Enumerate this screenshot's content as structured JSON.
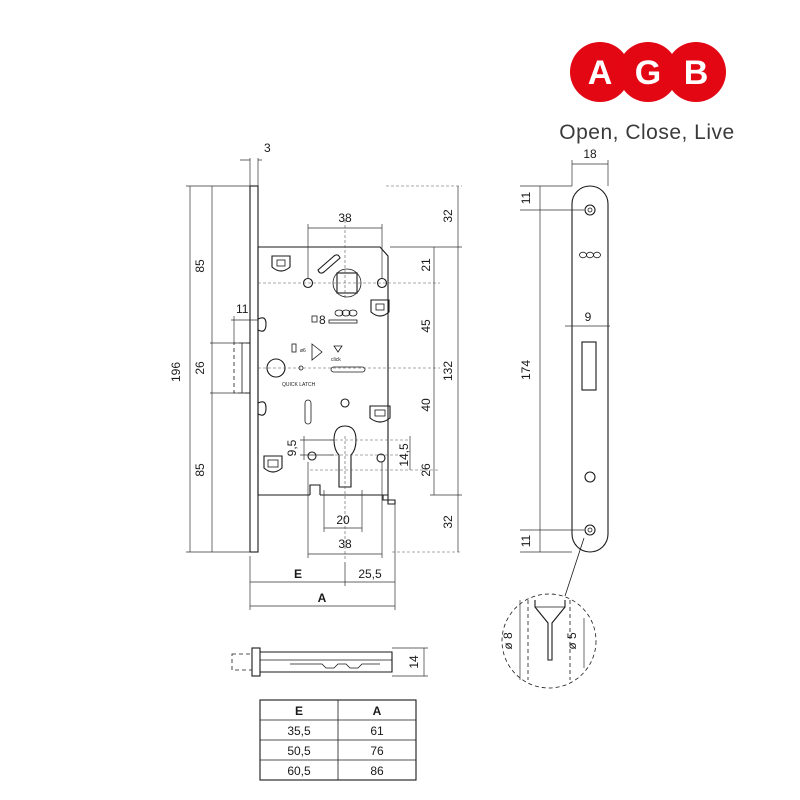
{
  "brand": {
    "logo_letters": [
      "A",
      "G",
      "B"
    ],
    "logo_color": "#e30613",
    "slogan": "Open, Close, Live",
    "plate_mark": "AGB"
  },
  "front_view": {
    "labels": {
      "quick_latch": "QUICK LATCH",
      "click": "click",
      "dia6": "ø6",
      "square": "8"
    },
    "dims": {
      "faceplate_thickness": "3",
      "overall_height": "196",
      "upper_85": "85",
      "middle_26": "26",
      "lower_85": "85",
      "latch_11": "11",
      "top_spacing": "38",
      "top_offset_32": "32",
      "seg_21": "21",
      "seg_45": "45",
      "seg_132": "132",
      "seg_40": "40",
      "seg_14_5": "14,5",
      "seg_26": "26",
      "seg_9_5": "9,5",
      "bottom_20": "20",
      "bottom_38": "38",
      "bottom_offset_32": "32",
      "E": "E",
      "A": "A",
      "backset_25_5": "25,5"
    }
  },
  "side_view": {
    "dims": {
      "width_18": "18",
      "top_11": "11",
      "height_174": "174",
      "bottom_11": "11",
      "slot_9": "9"
    }
  },
  "bottom_view": {
    "dims": {
      "thickness_14": "14"
    }
  },
  "detail_view": {
    "dims": {
      "outer_dia": "ø 8",
      "inner_dia": "ø 5"
    }
  },
  "size_table": {
    "headers": [
      "E",
      "A"
    ],
    "rows": [
      [
        "35,5",
        "61"
      ],
      [
        "50,5",
        "76"
      ],
      [
        "60,5",
        "86"
      ]
    ]
  }
}
